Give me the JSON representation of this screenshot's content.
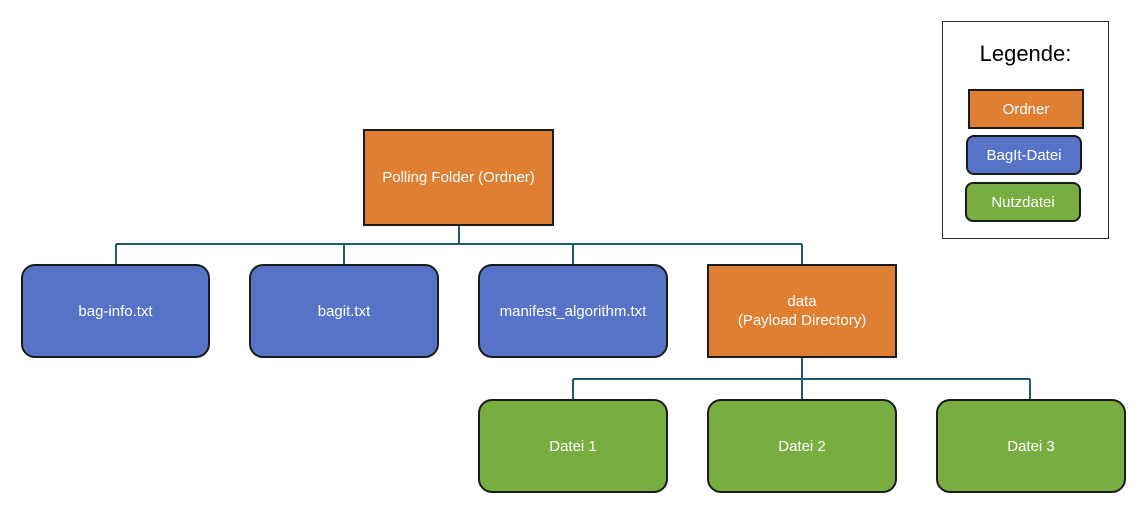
{
  "diagram": {
    "root": {
      "label": "Polling Folder (Ordner)",
      "kind": "folder"
    },
    "bag_files": [
      {
        "label": "bag-info.txt",
        "kind": "bagit"
      },
      {
        "label": "bagit.txt",
        "kind": "bagit"
      },
      {
        "label": "manifest_algorithm.txt",
        "kind": "bagit"
      }
    ],
    "data_folder": {
      "label": "data\n(Payload Directory)",
      "kind": "folder"
    },
    "payload_files": [
      {
        "label": "Datei 1",
        "kind": "file"
      },
      {
        "label": "Datei 2",
        "kind": "file"
      },
      {
        "label": "Datei 3",
        "kind": "file"
      }
    ],
    "connector_color": "#1f5a6e"
  },
  "legend": {
    "title": "Legende:",
    "items": [
      {
        "label": "Ordner",
        "kind": "folder"
      },
      {
        "label": "BagIt-Datei",
        "kind": "bagit"
      },
      {
        "label": "Nutzdatei",
        "kind": "file"
      }
    ]
  },
  "colors": {
    "folder": "#df7f33",
    "bagit": "#5673c7",
    "file": "#78ae40"
  }
}
